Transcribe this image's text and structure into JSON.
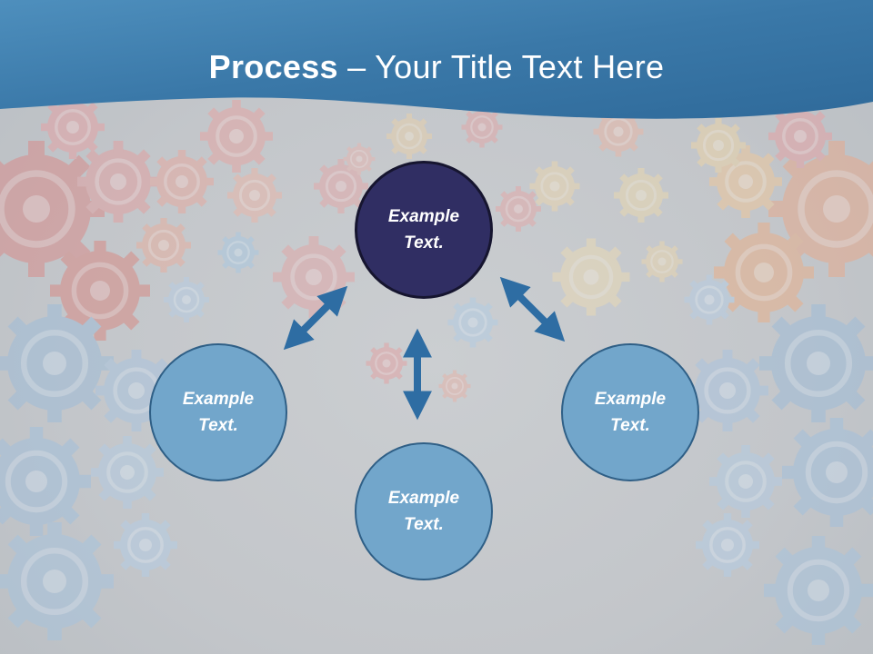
{
  "slide": {
    "title_bold": "Process",
    "title_rest": " – Your Title Text Here"
  },
  "diagram": {
    "center_node": "Example\nText.",
    "left_node": "Example\nText.",
    "bottom_node": "Example\nText.",
    "right_node": "Example\nText."
  },
  "colors": {
    "header_blue": "#3a78a8",
    "center_fill": "#302e63",
    "node_fill": "#72a6cb",
    "arrow": "#2e6da3"
  }
}
